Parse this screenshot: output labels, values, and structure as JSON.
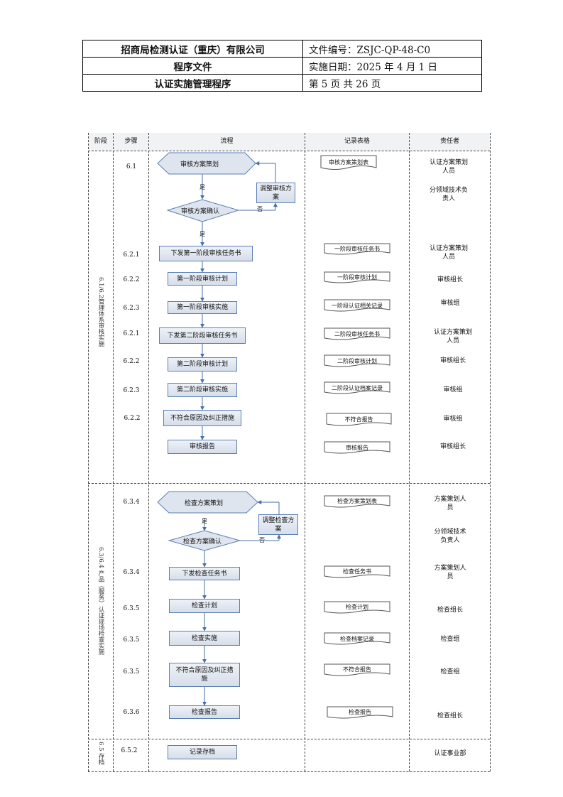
{
  "header": {
    "company": "招商局检测认证（重庆）有限公司",
    "doc_type": "程序文件",
    "doc_no": "文件编号：ZSJC-QP-48-C0",
    "impl_date": "实施日期：2025 年 4 月 1 日",
    "title": "认证实施管理程序",
    "page": "第 5 页 共 26 页"
  },
  "table": {
    "columns": [
      "阶段",
      "步骤",
      "流程",
      "记录表格",
      "责任者"
    ],
    "phases": [
      "6.1/6.2管理体系审核实施",
      "6.3/6.4 产品（服务）认证现场检查实施",
      "6.5 存档"
    ],
    "branch_labels": {
      "yes": "是",
      "no": "否"
    },
    "section1": [
      {
        "step": "6.1",
        "flow": "审核方案策划",
        "record": "审核方案策划表",
        "resp": [
          "认证方案策划",
          "人员"
        ]
      },
      {
        "flow": "调整审核方",
        "flow2": "案"
      },
      {
        "resp": [
          "分领域技术负",
          "责人"
        ]
      },
      {
        "flow": "审核方案确认"
      },
      {
        "step": "6.2.1",
        "flow": "下发第一阶段审核任务书",
        "record": "一阶段审核任务书",
        "resp": [
          "认证方案策划",
          "人员"
        ]
      },
      {
        "step": "6.2.2",
        "flow": "第一阶段审核计划",
        "record": "一阶段审核计划",
        "resp": [
          "审核组长"
        ]
      },
      {
        "step": "6.2.3",
        "flow": "第一阶段审核实施",
        "record": "一阶段认证相关记录",
        "resp": [
          "审核组"
        ]
      },
      {
        "step": "6.2.1",
        "flow": "下发第二阶段审核任务书",
        "record": "二阶段审核任务书",
        "resp": [
          "认证方案策划",
          "人员"
        ]
      },
      {
        "step": "6.2.2",
        "flow": "第二阶段审核计划",
        "record": "二阶段审核计划",
        "resp": [
          "审核组长"
        ]
      },
      {
        "step": "6.2.3",
        "flow": "第二阶段审核实施",
        "record": "二阶段认证档案记录",
        "resp": [
          "审核组"
        ]
      },
      {
        "step": "6.2.2",
        "flow": "不符合原因及纠正措施",
        "record": "不符合报告",
        "resp": [
          "审核组"
        ]
      },
      {
        "flow": "审核报告",
        "record": "审核报告",
        "resp": [
          "审核组长"
        ]
      }
    ],
    "section2": [
      {
        "step": "6.3.4",
        "flow": "检查方案策划",
        "record": "检查方案策划表",
        "resp": [
          "方案策划人",
          "员"
        ]
      },
      {
        "flow": "调整检查方",
        "flow2": "案"
      },
      {
        "resp": [
          "分领域技术",
          "负责人"
        ]
      },
      {
        "flow": "检查方案确认"
      },
      {
        "step": "6.3.4",
        "flow": "下发检查任务书",
        "record": "检查任务书",
        "resp": [
          "方案策划人",
          "员"
        ]
      },
      {
        "step": "6.3.5",
        "flow": "检查计划",
        "record": "检查计划",
        "resp": [
          "检查组长"
        ]
      },
      {
        "step": "6.3.5",
        "flow": "检查实施",
        "record": "检查档案记录",
        "resp": [
          "检查组"
        ]
      },
      {
        "step": "6.3.5",
        "flow": "不符合原因及纠正措",
        "flow2": "施",
        "record": "不符合报告",
        "resp": [
          "检查组"
        ]
      },
      {
        "step": "6.3.6",
        "flow": "检查报告",
        "record": "检查报告",
        "resp": [
          "检查组长"
        ]
      }
    ],
    "section3": [
      {
        "step": "6.5.2",
        "flow": "记录存档",
        "resp": [
          "认证事业部"
        ]
      }
    ]
  }
}
